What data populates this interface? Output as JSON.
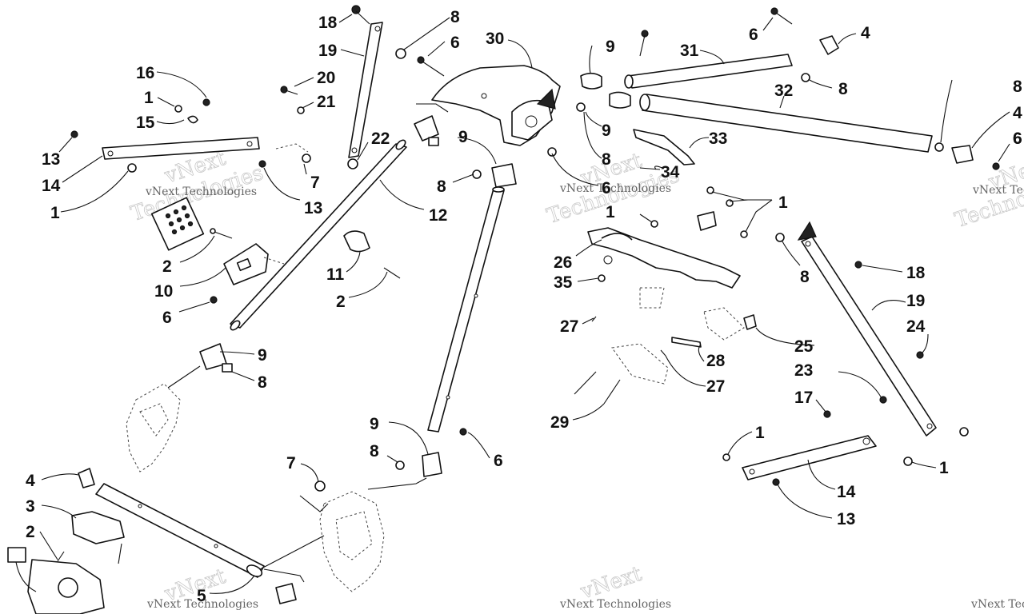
{
  "watermark": {
    "line1": "vNext",
    "line2": "Technologies",
    "caption": "vNext Technologies"
  },
  "callouts": [
    {
      "id": "c1",
      "label": "18"
    },
    {
      "id": "c2",
      "label": "8"
    },
    {
      "id": "c3",
      "label": "19"
    },
    {
      "id": "c4",
      "label": "6"
    },
    {
      "id": "c5",
      "label": "30"
    },
    {
      "id": "c6",
      "label": "20"
    },
    {
      "id": "c7",
      "label": "21"
    },
    {
      "id": "c8",
      "label": "16"
    },
    {
      "id": "c9",
      "label": "1"
    },
    {
      "id": "c10",
      "label": "15"
    },
    {
      "id": "c11",
      "label": "13"
    },
    {
      "id": "c12",
      "label": "14"
    },
    {
      "id": "c13",
      "label": "1"
    },
    {
      "id": "c14",
      "label": "7"
    },
    {
      "id": "c15",
      "label": "13"
    },
    {
      "id": "c16",
      "label": "22"
    },
    {
      "id": "c17",
      "label": "9"
    },
    {
      "id": "c18",
      "label": "8"
    },
    {
      "id": "c19",
      "label": "12"
    },
    {
      "id": "c20",
      "label": "2"
    },
    {
      "id": "c21",
      "label": "10"
    },
    {
      "id": "c22",
      "label": "6"
    },
    {
      "id": "c23",
      "label": "11"
    },
    {
      "id": "c24",
      "label": "2"
    },
    {
      "id": "c25",
      "label": "9"
    },
    {
      "id": "c26",
      "label": "8"
    },
    {
      "id": "c27",
      "label": "6"
    },
    {
      "id": "c28",
      "label": "9"
    },
    {
      "id": "c29",
      "label": "31"
    },
    {
      "id": "c30",
      "label": "4"
    },
    {
      "id": "c31",
      "label": "6"
    },
    {
      "id": "c32",
      "label": "8"
    },
    {
      "id": "c33",
      "label": "32"
    },
    {
      "id": "c34",
      "label": "9"
    },
    {
      "id": "c35",
      "label": "8"
    },
    {
      "id": "c36",
      "label": "33"
    },
    {
      "id": "c37",
      "label": "34"
    },
    {
      "id": "c38",
      "label": "6"
    },
    {
      "id": "c39",
      "label": "8"
    },
    {
      "id": "c40",
      "label": "4"
    },
    {
      "id": "c41",
      "label": "6"
    },
    {
      "id": "c42",
      "label": "1"
    },
    {
      "id": "c43",
      "label": "1"
    },
    {
      "id": "c44",
      "label": "26"
    },
    {
      "id": "c45",
      "label": "35"
    },
    {
      "id": "c46",
      "label": "27"
    },
    {
      "id": "c47",
      "label": "8"
    },
    {
      "id": "c48",
      "label": "18"
    },
    {
      "id": "c49",
      "label": "19"
    },
    {
      "id": "c50",
      "label": "24"
    },
    {
      "id": "c51",
      "label": "25"
    },
    {
      "id": "c52",
      "label": "28"
    },
    {
      "id": "c53",
      "label": "27"
    },
    {
      "id": "c54",
      "label": "23"
    },
    {
      "id": "c55",
      "label": "17"
    },
    {
      "id": "c56",
      "label": "29"
    },
    {
      "id": "c57",
      "label": "1"
    },
    {
      "id": "c58",
      "label": "14"
    },
    {
      "id": "c59",
      "label": "1"
    },
    {
      "id": "c60",
      "label": "13"
    },
    {
      "id": "c61",
      "label": "9"
    },
    {
      "id": "c62",
      "label": "8"
    },
    {
      "id": "c63",
      "label": "6"
    },
    {
      "id": "c64",
      "label": "7"
    },
    {
      "id": "c65",
      "label": "4"
    },
    {
      "id": "c66",
      "label": "3"
    },
    {
      "id": "c67",
      "label": "2"
    },
    {
      "id": "c68",
      "label": "5"
    }
  ]
}
